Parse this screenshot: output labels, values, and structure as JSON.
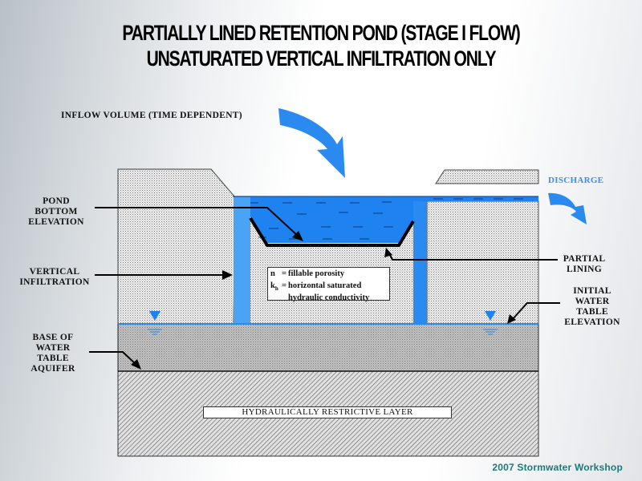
{
  "slide": {
    "title_line1": "PARTIALLY LINED RETENTION POND (STAGE I FLOW)",
    "title_line2": "UNSATURATED VERTICAL INFILTRATION ONLY",
    "footer": "2007 Stormwater Workshop"
  },
  "labels": {
    "inflow": "INFLOW VOLUME (TIME DEPENDENT)",
    "discharge": "DISCHARGE",
    "pond_bottom": [
      "POND",
      "BOTTOM",
      "ELEVATION"
    ],
    "vertical_infiltration": [
      "VERTICAL",
      "INFILTRATION"
    ],
    "base_aquifer": [
      "BASE OF",
      "WATER",
      "TABLE",
      "AQUIFER"
    ],
    "partial_lining": [
      "PARTIAL",
      "LINING"
    ],
    "initial_water_table": [
      "INITIAL",
      "WATER",
      "TABLE",
      "ELEVATION"
    ],
    "restrictive_layer": "HYDRAULICALLY RESTRICTIVE LAYER"
  },
  "legend": {
    "rows": [
      {
        "symbol": "n",
        "subscript": "",
        "eq": "=",
        "text": "fillable porosity"
      },
      {
        "symbol": "k",
        "subscript": "h",
        "eq": "=",
        "text": "horizontal saturated"
      },
      {
        "symbol": "",
        "subscript": "",
        "eq": "",
        "text": "hydraulic conductivity"
      }
    ]
  },
  "colors": {
    "water": "#1e82f0",
    "infiltration": "#4aa3f5",
    "arrow_blue": "#2b8af0",
    "discharge_text": "#3a8ee8",
    "footer_text": "#1a7a7a",
    "soil_bg": "#e8e8e8",
    "aquifer_bg": "#b8b8b8",
    "restrictive_bg": "#d0d0d0"
  }
}
